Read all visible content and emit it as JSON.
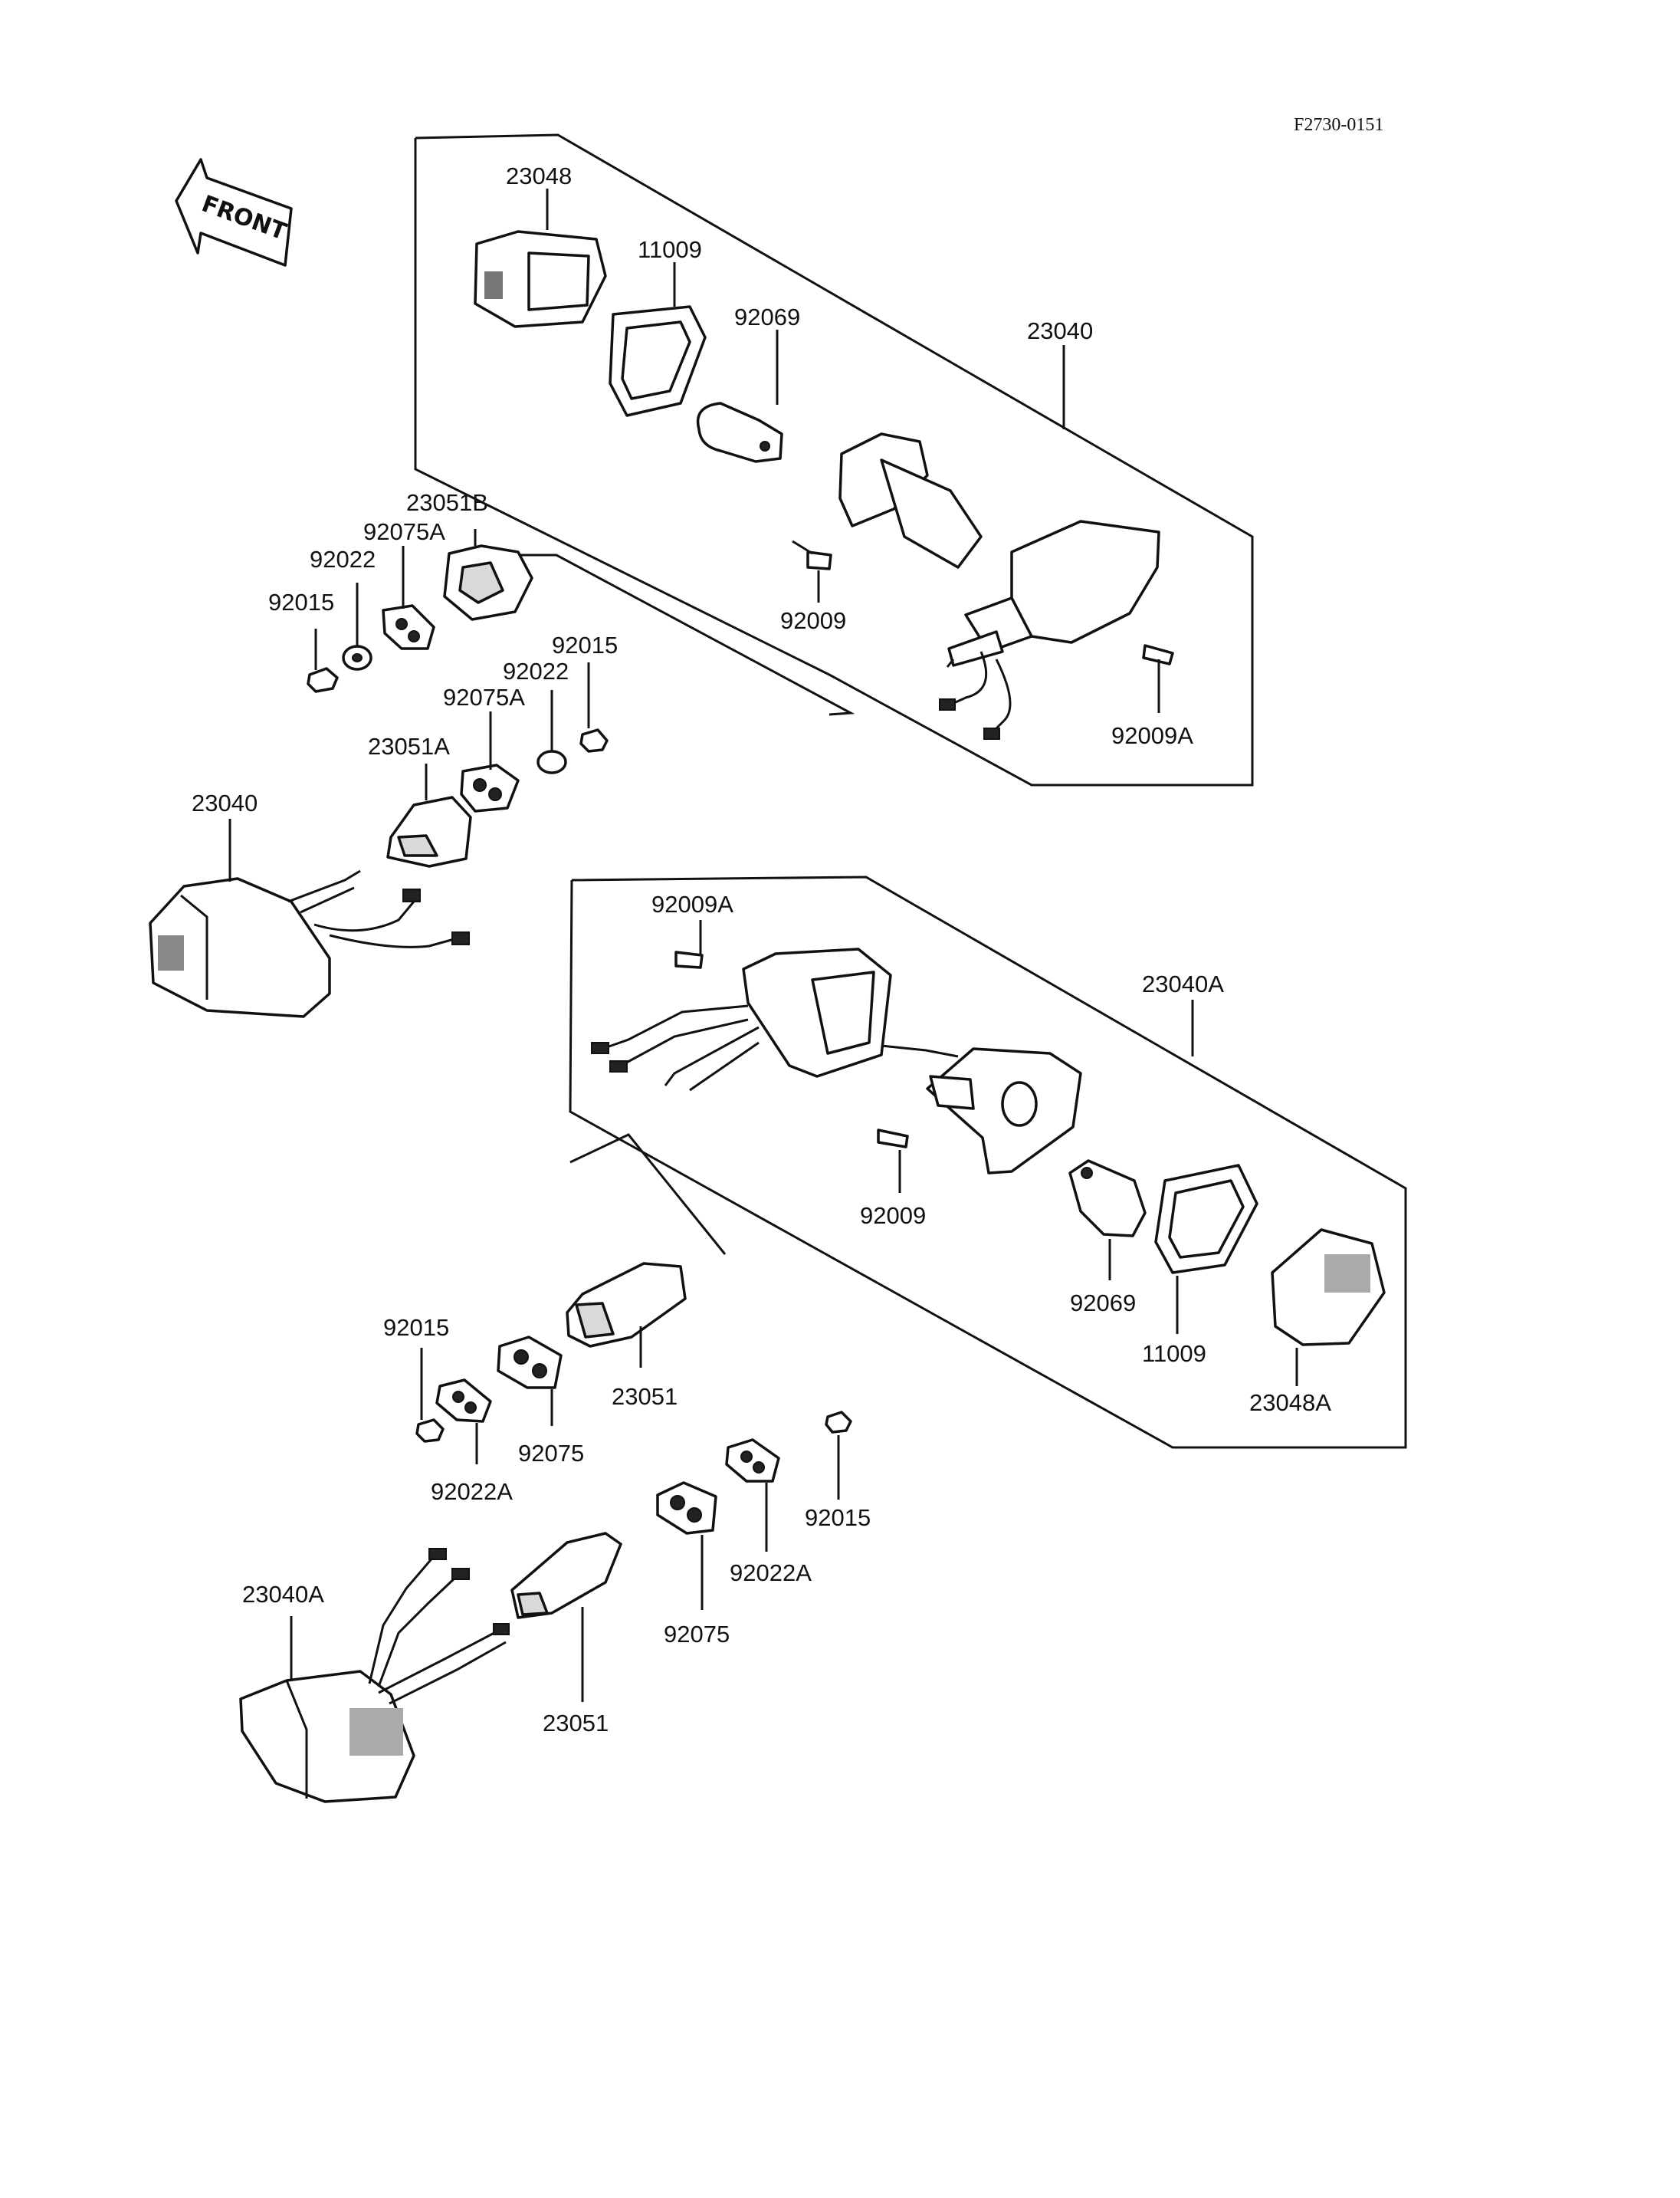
{
  "reference_code": "F2730-0151",
  "direction_arrow": "FRONT",
  "callouts": {
    "c23048": "23048",
    "c11009_top": "11009",
    "c92069_top": "92069",
    "c23040_top": "23040",
    "c23051B": "23051B",
    "c92075A_1": "92075A",
    "c92022_1": "92022",
    "c92015_1": "92015",
    "c92009_top": "92009",
    "c92015_2": "92015",
    "c92022_2": "92022",
    "c92075A_2": "92075A",
    "c23051A": "23051A",
    "c23040_left": "23040",
    "c92009A_top": "92009A",
    "c92009A_mid": "92009A",
    "c23040A_right": "23040A",
    "c92009_mid": "92009",
    "c92069_mid": "92069",
    "c11009_mid": "11009",
    "c23048A": "23048A",
    "c92015_3": "92015",
    "c23051_1": "23051",
    "c92075_1": "92075",
    "c92022A_1": "92022A",
    "c92015_4": "92015",
    "c92022A_2": "92022A",
    "c92075_2": "92075",
    "c23040A_left": "23040A",
    "c23051_2": "23051"
  }
}
